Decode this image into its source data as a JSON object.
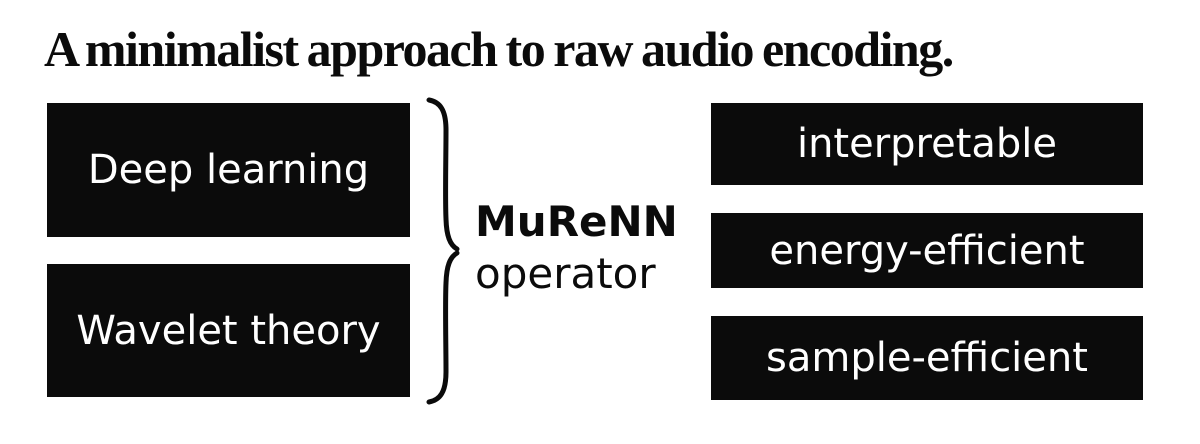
{
  "title": "A minimalist approach to raw audio encoding.",
  "diagram": {
    "inputs": [
      {
        "label": "Deep learning"
      },
      {
        "label": "Wavelet theory"
      }
    ],
    "connector": {
      "icon": "curly-brace-icon",
      "glyph": "}"
    },
    "operator": {
      "name": "MuReNN",
      "descriptor": "operator"
    },
    "outputs": [
      {
        "label": "interpretable"
      },
      {
        "label": "energy-efficient"
      },
      {
        "label": "sample-efficient"
      }
    ]
  },
  "colors": {
    "background": "#ffffff",
    "box_bg": "#0b0b0b",
    "box_text": "#ffffff",
    "ink": "#0b0b0b"
  }
}
